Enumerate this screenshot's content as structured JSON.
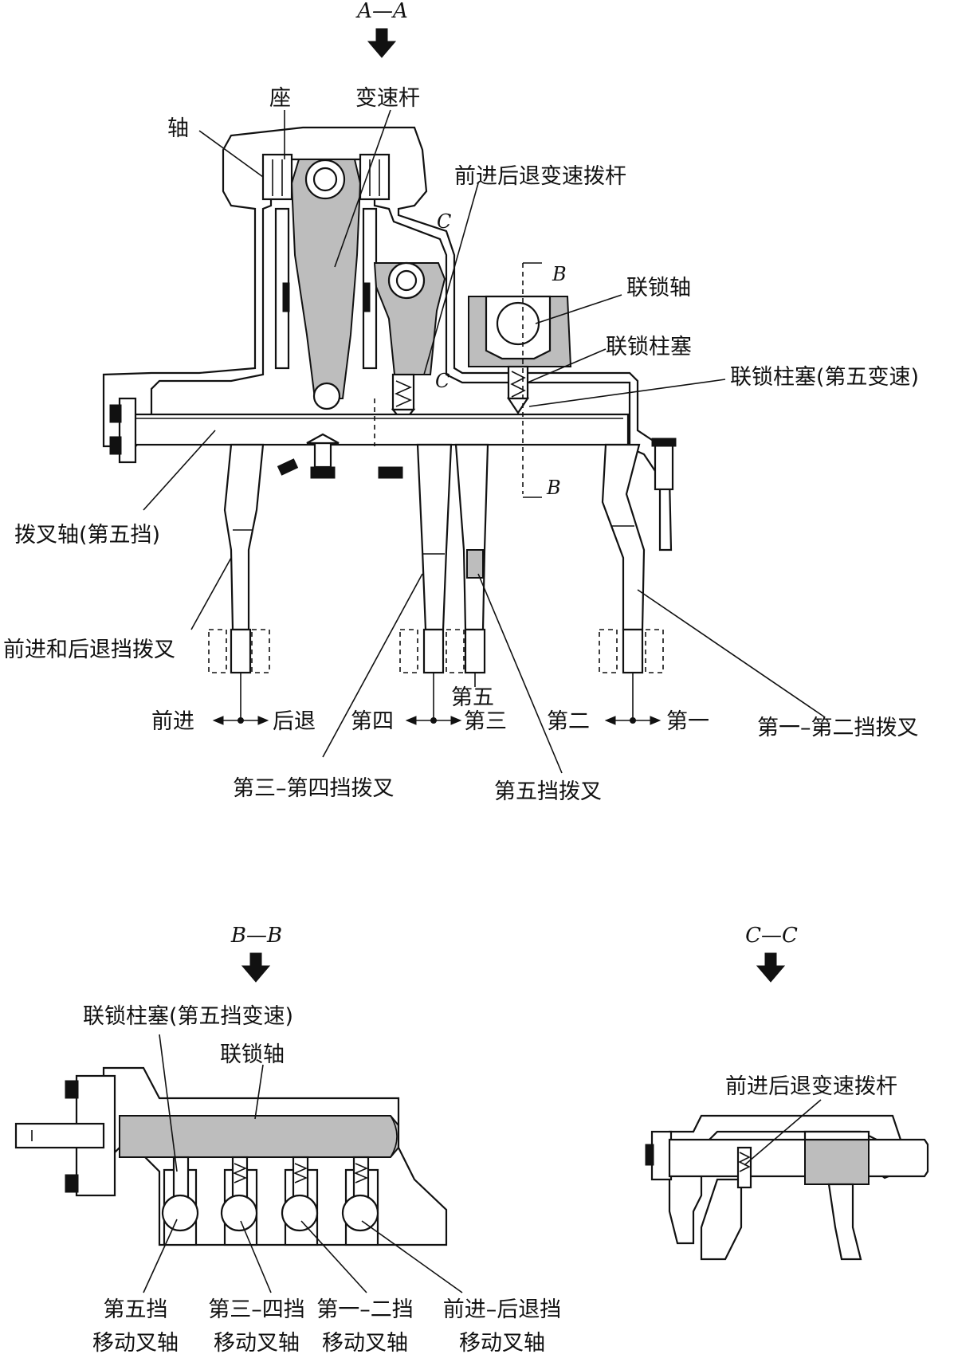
{
  "sections": {
    "aa": "A—A",
    "bb": "B—B",
    "cc": "C—C"
  },
  "letters": {
    "b": "B",
    "c": "C"
  },
  "labels_aa": {
    "shaft": "轴",
    "seat": "座",
    "shift_lever": "变速杆",
    "fwd_rev_shift_lever": "前进后退变速拨杆",
    "interlock_shaft": "联锁轴",
    "interlock_plunger": "联锁柱塞",
    "interlock_plunger_fifth": "联锁柱塞(第五变速)",
    "fork_shaft_fifth": "拨叉轴(第五挡)",
    "fwd_rev_fork": "前进和后退挡拨叉",
    "forward": "前进",
    "reverse": "后退",
    "fourth": "第四",
    "third": "第三",
    "fifth": "第五",
    "second": "第二",
    "first": "第一",
    "fork_1_2": "第一–第二挡拨叉",
    "fork_3_4": "第三–第四挡拨叉",
    "fork_5": "第五挡拨叉"
  },
  "labels_bb": {
    "interlock_plunger_fifth": "联锁柱塞(第五挡变速)",
    "interlock_shaft": "联锁轴",
    "rail_5_l1": "第五挡",
    "rail_34_l1": "第三–四挡",
    "rail_12_l1": "第一–二挡",
    "rail_fr_l1": "前进–后退挡",
    "rail_l2": "移动叉轴"
  },
  "labels_cc": {
    "fwd_rev_shift_lever": "前进后退变速拨杆"
  },
  "icons": [
    "view-arrow-icon"
  ],
  "colors": {
    "ink": "#111111",
    "shade": "#bdbdbd",
    "paper": "#ffffff"
  }
}
